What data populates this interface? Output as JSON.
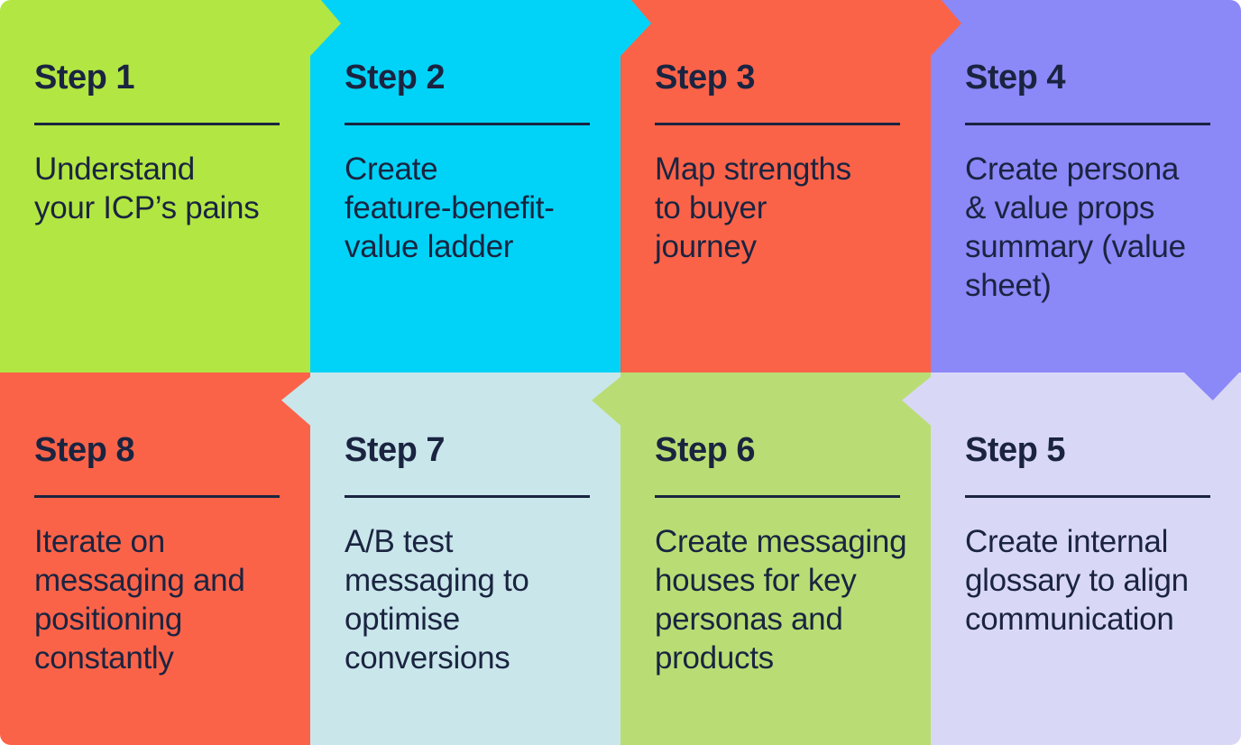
{
  "diagram": {
    "type": "process-flow",
    "flow_pattern": "boustrophedon: steps 1-4 left-to-right on top row, steps 5-8 right-to-left on bottom row",
    "text_color": "#1a2440"
  },
  "steps": [
    {
      "label": "Step 1",
      "description": "Understand\nyour ICP’s pains",
      "bg": "#b2e642"
    },
    {
      "label": "Step 2",
      "description": "Create\nfeature-benefit-\nvalue ladder",
      "bg": "#00d3f7"
    },
    {
      "label": "Step 3",
      "description": "Map strengths\nto buyer\njourney",
      "bg": "#fb6349"
    },
    {
      "label": "Step 4",
      "description": "Create persona\n& value props\nsummary (value\nsheet)",
      "bg": "#8b88f8"
    },
    {
      "label": "Step 5",
      "description": "Create internal\nglossary to align\ncommunication",
      "bg": "#d9d7f6"
    },
    {
      "label": "Step 6",
      "description": "Create messaging\nhouses for key\npersonas and\nproducts",
      "bg": "#b9dd74"
    },
    {
      "label": "Step 7",
      "description": "A/B test\nmessaging to\noptimise\nconversions",
      "bg": "#c9e6eb"
    },
    {
      "label": "Step 8",
      "description": "Iterate on\nmessaging and\npositioning\nconstantly",
      "bg": "#fb6349"
    }
  ],
  "arrows": [
    {
      "from": "step-1",
      "to": "step-2",
      "direction": "right",
      "color": "#b2e642"
    },
    {
      "from": "step-2",
      "to": "step-3",
      "direction": "right",
      "color": "#00d3f7"
    },
    {
      "from": "step-3",
      "to": "step-4",
      "direction": "right",
      "color": "#fb6349"
    },
    {
      "from": "step-4",
      "to": "step-5",
      "direction": "down",
      "color": "#8b88f8"
    },
    {
      "from": "step-5",
      "to": "step-6",
      "direction": "left",
      "color": "#d9d7f6"
    },
    {
      "from": "step-6",
      "to": "step-7",
      "direction": "left",
      "color": "#b9dd74"
    },
    {
      "from": "step-7",
      "to": "step-8",
      "direction": "left",
      "color": "#c9e6eb"
    }
  ]
}
